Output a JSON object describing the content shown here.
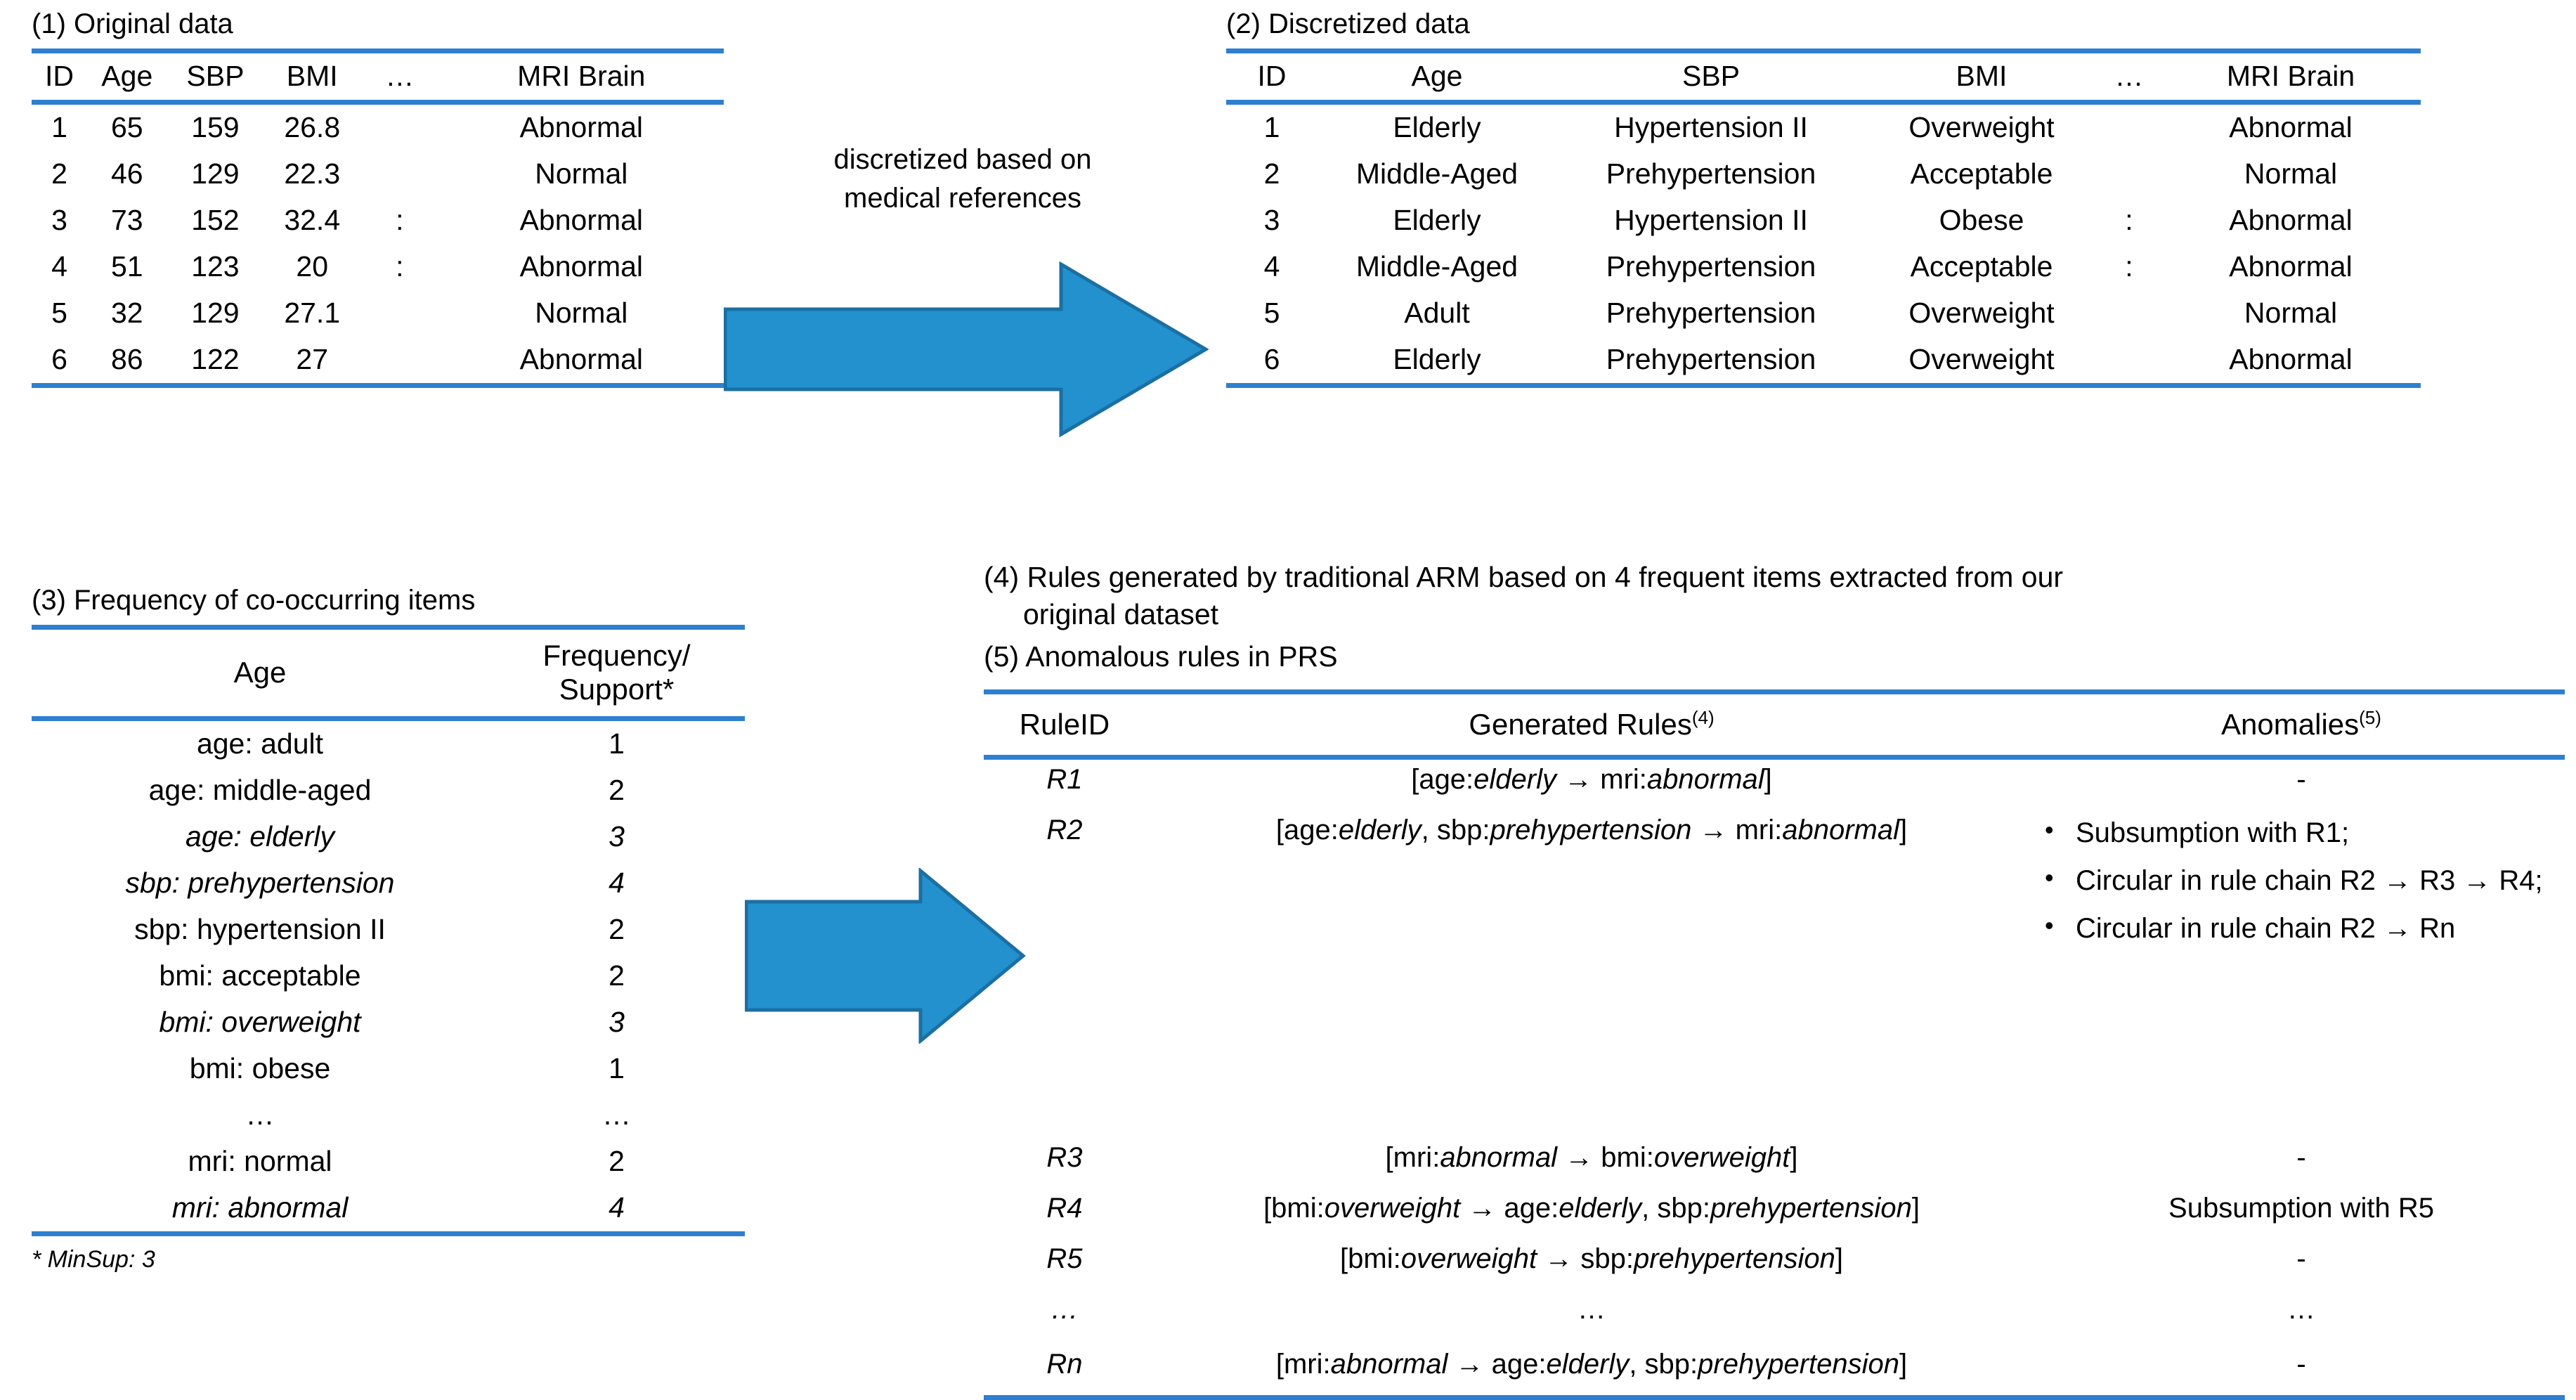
{
  "colors": {
    "rule_blue": "#2E7FD0",
    "arrow_fill": "#2291CE",
    "arrow_stroke": "#1B6FA3",
    "text": "#000000",
    "background": "#FFFFFF"
  },
  "panel1": {
    "caption": "(1) Original data",
    "columns": [
      "ID",
      "Age",
      "SBP",
      "BMI",
      "…",
      "MRI Brain"
    ],
    "rows": [
      [
        "1",
        "65",
        "159",
        "26.8",
        "",
        "Abnormal"
      ],
      [
        "2",
        "46",
        "129",
        "22.3",
        "",
        "Normal"
      ],
      [
        "3",
        "73",
        "152",
        "32.4",
        ":",
        "Abnormal"
      ],
      [
        "4",
        "51",
        "123",
        "20",
        ":",
        "Abnormal"
      ],
      [
        "5",
        "32",
        "129",
        "27.1",
        "",
        "Normal"
      ],
      [
        "6",
        "86",
        "122",
        "27",
        "",
        "Abnormal"
      ]
    ]
  },
  "arrow1": {
    "label_line1": "discretized based on",
    "label_line2": "medical references",
    "icon": "right-arrow-icon"
  },
  "panel2": {
    "caption": "(2) Discretized data",
    "columns": [
      "ID",
      "Age",
      "SBP",
      "BMI",
      "…",
      "MRI Brain"
    ],
    "rows": [
      [
        "1",
        "Elderly",
        "Hypertension II",
        "Overweight",
        "",
        "Abnormal"
      ],
      [
        "2",
        "Middle-Aged",
        "Prehypertension",
        "Acceptable",
        "",
        "Normal"
      ],
      [
        "3",
        "Elderly",
        "Hypertension II",
        "Obese",
        ":",
        "Abnormal"
      ],
      [
        "4",
        "Middle-Aged",
        "Prehypertension",
        "Acceptable",
        ":",
        "Abnormal"
      ],
      [
        "5",
        "Adult",
        "Prehypertension",
        "Overweight",
        "",
        "Normal"
      ],
      [
        "6",
        "Elderly",
        "Prehypertension",
        "Overweight",
        "",
        "Abnormal"
      ]
    ]
  },
  "panel3": {
    "caption": "(3) Frequency of co-occurring items",
    "header": {
      "col1": "Age",
      "col2_line1": "Frequency/",
      "col2_line2": "Support*"
    },
    "rows": [
      {
        "item": "age: adult",
        "value": "1",
        "emphasis": false
      },
      {
        "item": "age: middle-aged",
        "value": "2",
        "emphasis": false
      },
      {
        "item": "age: elderly",
        "value": "3",
        "emphasis": true
      },
      {
        "item": "sbp: prehypertension",
        "value": "4",
        "emphasis": true
      },
      {
        "item": "sbp: hypertension II",
        "value": "2",
        "emphasis": false
      },
      {
        "item": "bmi: acceptable",
        "value": "2",
        "emphasis": false
      },
      {
        "item": "bmi: overweight",
        "value": "3",
        "emphasis": true
      },
      {
        "item": "bmi: obese",
        "value": "1",
        "emphasis": false
      },
      {
        "item": "…",
        "value": "…",
        "emphasis": false
      },
      {
        "item": "mri: normal",
        "value": "2",
        "emphasis": false
      },
      {
        "item": "mri: abnormal",
        "value": "4",
        "emphasis": true
      }
    ],
    "footnote": "* MinSup: 3"
  },
  "arrow2": {
    "icon": "right-arrow-icon"
  },
  "panel45": {
    "caption4_line1": "(4) Rules generated by traditional ARM based on 4 frequent items extracted from our",
    "caption4_line2": "original dataset",
    "caption5": "(5) Anomalous rules in PRS",
    "header": {
      "ruleid": "RuleID",
      "rules": "Generated Rules",
      "rules_sup": "(4)",
      "anomalies": "Anomalies",
      "anomalies_sup": "(5)"
    },
    "rows": [
      {
        "id": "R1",
        "rule_plain": "[age:elderly → mri:abnormal]",
        "rule_parts": [
          {
            "t": "[age:",
            "i": false
          },
          {
            "t": "elderly",
            "i": true
          },
          {
            "t": " → mri:",
            "i": false
          },
          {
            "t": "abnormal",
            "i": true
          },
          {
            "t": "]",
            "i": false
          }
        ],
        "anomaly_dash": "-",
        "anomalies": []
      },
      {
        "id": "R2",
        "rule_plain": "[age:elderly, sbp:prehypertension → mri:abnormal]",
        "rule_parts": [
          {
            "t": "[age:",
            "i": false
          },
          {
            "t": "elderly",
            "i": true
          },
          {
            "t": ", sbp:",
            "i": false
          },
          {
            "t": "prehypertension",
            "i": true
          },
          {
            "t": " → mri:",
            "i": false
          },
          {
            "t": "abnormal",
            "i": true
          },
          {
            "t": "]",
            "i": false
          }
        ],
        "anomaly_dash": "",
        "anomalies": [
          "Subsumption with R1;",
          "Circular in rule chain R2 → R3 → R4;",
          "Circular in rule chain R2 → Rn"
        ]
      },
      {
        "id": "R3",
        "rule_plain": "[mri:abnormal → bmi:overweight]",
        "rule_parts": [
          {
            "t": "[mri:",
            "i": false
          },
          {
            "t": "abnormal",
            "i": true
          },
          {
            "t": " → bmi:",
            "i": false
          },
          {
            "t": "overweight",
            "i": true
          },
          {
            "t": "]",
            "i": false
          }
        ],
        "anomaly_dash": "-",
        "anomalies": []
      },
      {
        "id": "R4",
        "rule_plain": "[bmi:overweight → age:elderly, sbp:prehypertension]",
        "rule_parts": [
          {
            "t": "[bmi:",
            "i": false
          },
          {
            "t": "overweight",
            "i": true
          },
          {
            "t": " → age:",
            "i": false
          },
          {
            "t": "elderly",
            "i": true
          },
          {
            "t": ", sbp:",
            "i": false
          },
          {
            "t": "prehypertension",
            "i": true
          },
          {
            "t": "]",
            "i": false
          }
        ],
        "anomaly_dash": "Subsumption with R5",
        "anomalies": []
      },
      {
        "id": "R5",
        "rule_plain": "[bmi:overweight → sbp:prehypertension]",
        "rule_parts": [
          {
            "t": "[bmi:",
            "i": false
          },
          {
            "t": "overweight",
            "i": true
          },
          {
            "t": " → sbp:",
            "i": false
          },
          {
            "t": "prehypertension",
            "i": true
          },
          {
            "t": "]",
            "i": false
          }
        ],
        "anomaly_dash": "-",
        "anomalies": []
      },
      {
        "id": "…",
        "rule_plain": "…",
        "rule_parts": [
          {
            "t": "…",
            "i": false
          }
        ],
        "anomaly_dash": "…",
        "anomalies": []
      },
      {
        "id": "Rn",
        "rule_plain": "[mri:abnormal → age:elderly, sbp:prehypertension]",
        "rule_parts": [
          {
            "t": "[mri:",
            "i": false
          },
          {
            "t": "abnormal",
            "i": true
          },
          {
            "t": " → age:",
            "i": false
          },
          {
            "t": "elderly",
            "i": true
          },
          {
            "t": ", sbp:",
            "i": false
          },
          {
            "t": "prehypertension",
            "i": true
          },
          {
            "t": "]",
            "i": false
          }
        ],
        "anomaly_dash": "-",
        "anomalies": []
      }
    ]
  }
}
